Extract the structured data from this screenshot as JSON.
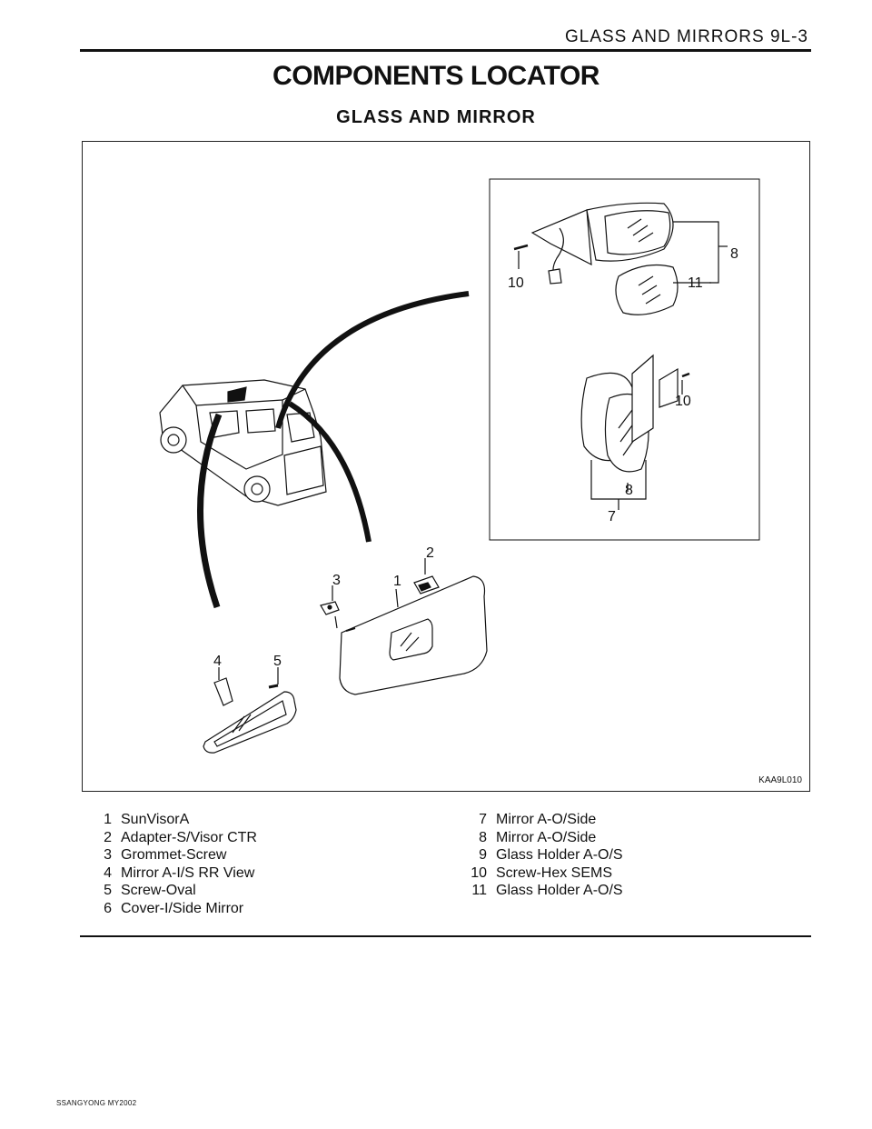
{
  "header": {
    "section": "GLASS AND MIRRORS  9L-3"
  },
  "title": "COMPONENTS LOCATOR",
  "subtitle": "GLASS  AND  MIRROR",
  "figure": {
    "code": "KAA9L010",
    "callouts": [
      "1",
      "2",
      "3",
      "4",
      "5",
      "7",
      "8",
      "8",
      "10",
      "10",
      "11"
    ]
  },
  "legend": {
    "left": [
      {
        "num": "1",
        "text": "SunVisorA"
      },
      {
        "num": "2",
        "text": "Adapter-S/Visor CTR"
      },
      {
        "num": "3",
        "text": "Grommet-Screw"
      },
      {
        "num": "4",
        "text": "Mirror A-I/S RR View"
      },
      {
        "num": "5",
        "text": "Screw-Oval"
      },
      {
        "num": "6",
        "text": "Cover-I/Side Mirror"
      }
    ],
    "right": [
      {
        "num": "7",
        "text": "Mirror A-O/Side"
      },
      {
        "num": "8",
        "text": "Mirror A-O/Side"
      },
      {
        "num": "9",
        "text": "Glass Holder A-O/S"
      },
      {
        "num": "10",
        "text": "Screw-Hex SEMS"
      },
      {
        "num": "11",
        "text": "Glass Holder A-O/S"
      }
    ]
  },
  "footer": {
    "brand": "SSANGYONG  MY2002"
  }
}
